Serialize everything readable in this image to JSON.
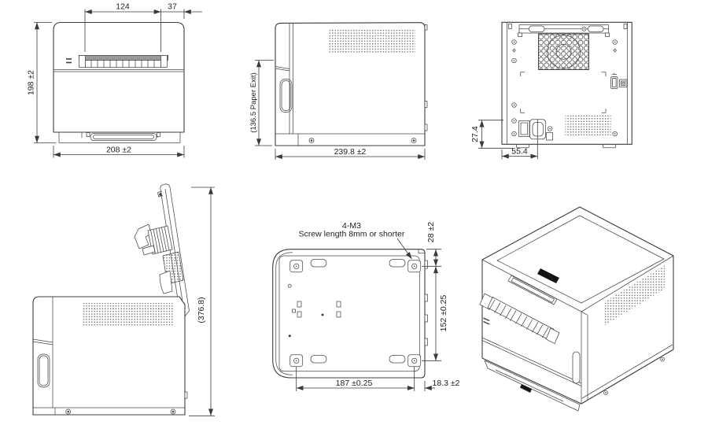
{
  "drawing": {
    "front": {
      "dim_slot_width": "124",
      "dim_slot_to_edge": "37",
      "dim_height": "198 ±2",
      "dim_width": "208 ±2"
    },
    "side": {
      "dim_paper_exit": "(136.5 Paper Exit)",
      "dim_depth": "239.8 ±2"
    },
    "rear": {
      "dim_inlet_height": "27.4",
      "dim_inlet_offset": "55.4"
    },
    "open_side": {
      "dim_open_height": "(376.8)"
    },
    "bottom": {
      "note_line1": "4-M3",
      "note_line2": "Screw length 8mm or shorter",
      "dim_rear_offset": "28 ±2",
      "dim_screw_pitch_depth": "152 ±0.25",
      "dim_screw_pitch_width": "187 ±0.25",
      "dim_edge_offset": "18.3 ±2"
    },
    "colors": {
      "line": "#3c3c3c",
      "background": "#ffffff",
      "label_fill": "#141414"
    }
  }
}
